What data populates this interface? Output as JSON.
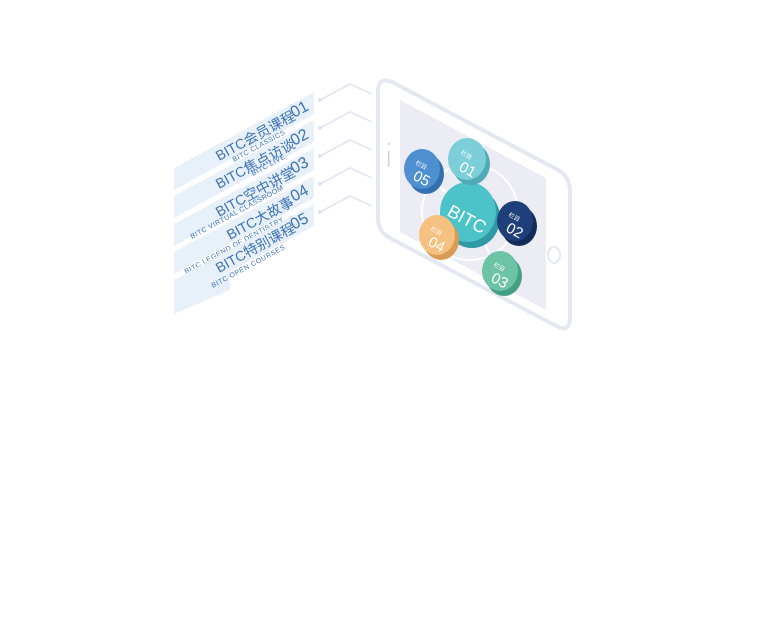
{
  "colors": {
    "panel": "#e8f0fa",
    "panel_text": "#3b73b9",
    "phone_outline": "#e6e9f3",
    "screen": "#ececf5",
    "connector": "#d8dfef",
    "logo_center": "#4cc2c9",
    "logo_center_side": "#2f9aa3"
  },
  "menu": [
    {
      "num": "01",
      "title": "BITC会员课程",
      "subtitle": "BITC CLASSICS"
    },
    {
      "num": "02",
      "title": "BITC焦点访谈",
      "subtitle": "BITC LIVE"
    },
    {
      "num": "03",
      "title": "BITC空中讲堂",
      "subtitle": "BITC VIRTUAL CLASSROOM"
    },
    {
      "num": "04",
      "title": "BITC大故事",
      "subtitle": "BITC LEGEND OF DENTISTRY"
    },
    {
      "num": "05",
      "title": "BITC特别课程",
      "subtitle": "BITC OPEN COURSES"
    }
  ],
  "hub": {
    "logo_text": "BITC",
    "nodes": [
      {
        "label": "栏目",
        "num": "01",
        "color": "#7ccfd8",
        "side": "#4eaab6"
      },
      {
        "label": "栏目",
        "num": "02",
        "color": "#1f3f7a",
        "side": "#132b59"
      },
      {
        "label": "栏目",
        "num": "03",
        "color": "#6cc3a6",
        "side": "#44a083"
      },
      {
        "label": "栏目",
        "num": "04",
        "color": "#f5c080",
        "side": "#d89c55"
      },
      {
        "label": "栏目",
        "num": "05",
        "color": "#4e8fd0",
        "side": "#3370b0"
      }
    ]
  }
}
